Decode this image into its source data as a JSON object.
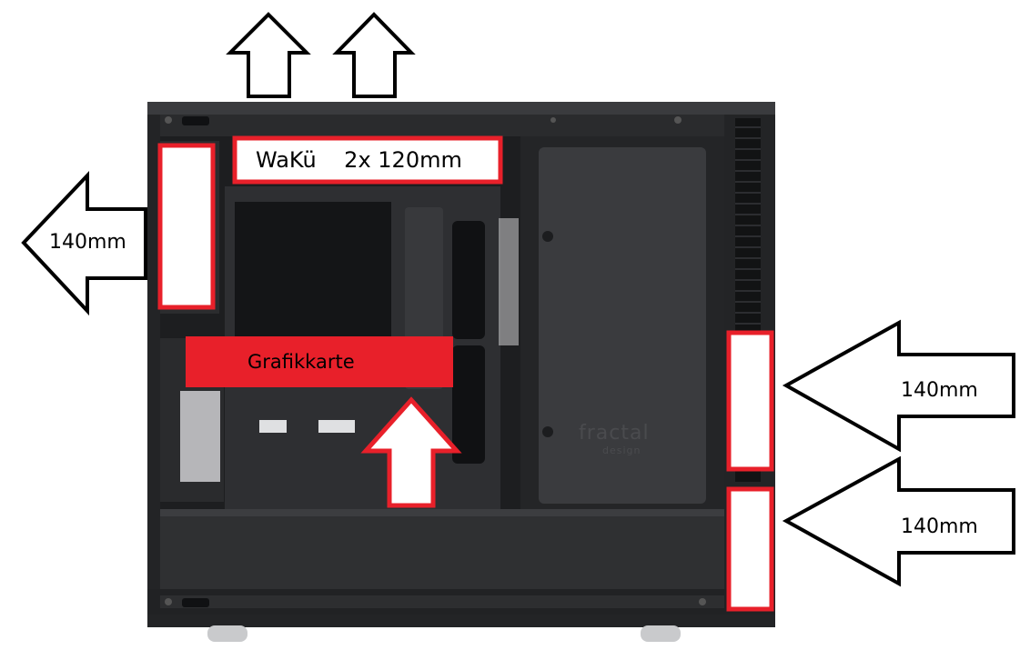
{
  "annotations": {
    "top_radiator_label": "WaKü    2x 120mm",
    "gpu_label": "Grafikkarte",
    "rear_fan_label": "140mm",
    "front_top_fan_label": "140mm",
    "front_bottom_fan_label": "140mm"
  },
  "case_logo": {
    "brand": "fractal",
    "sub": "design"
  },
  "colors": {
    "case": "#2c2d2f",
    "case_dark": "#1b1c1e",
    "panel": "#3a3b3e",
    "annotation_red": "#e8202a",
    "arrow_fill": "#ffffff",
    "arrow_stroke": "#000000"
  }
}
